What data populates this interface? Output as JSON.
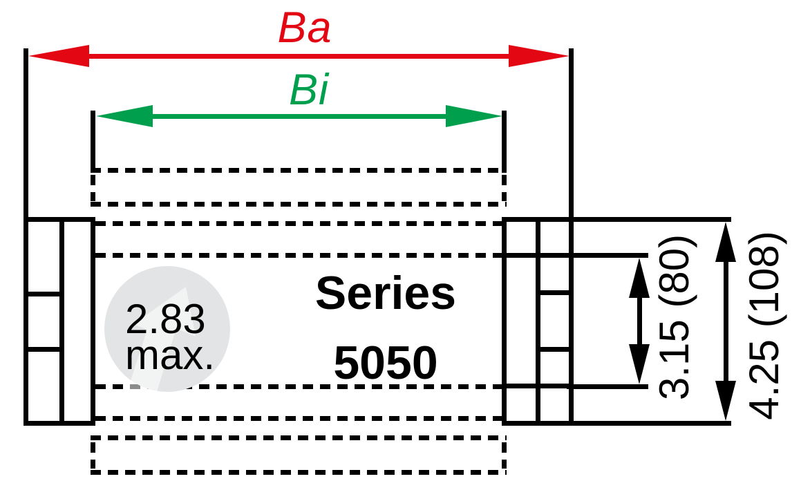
{
  "title": {
    "line1": "Series",
    "line2": "5050"
  },
  "labels": {
    "outer_width": "Ba",
    "inner_width": "Bi"
  },
  "note": {
    "line1": "2.83",
    "line2": "max."
  },
  "heights": {
    "inner": "3.15 (80)",
    "outer": "4.25 (108)"
  },
  "colors": {
    "red": "#e30613",
    "green": "#009f4d",
    "ink": "#000000",
    "circle-gray": "#e3e4e5"
  }
}
